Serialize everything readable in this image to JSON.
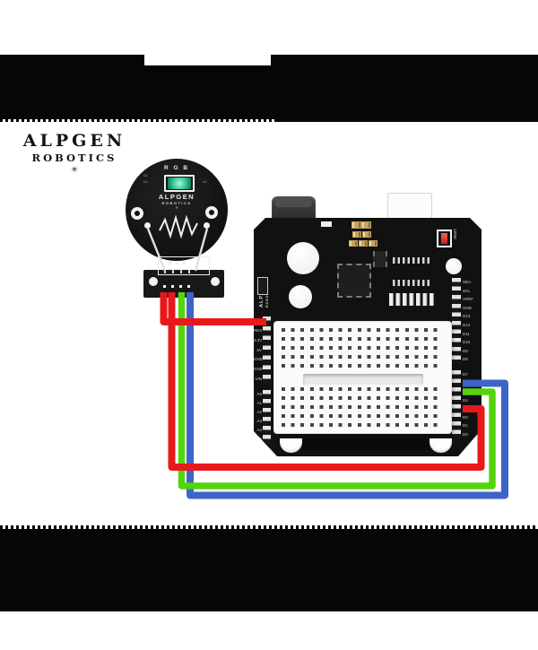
{
  "colors": {
    "band": "#060606",
    "board": "#111111",
    "breadboard": "#fafafa",
    "led": "#3ecf9b",
    "wire_red": "#e8191b",
    "wire_green": "#55d40e",
    "wire_blue": "#3f64c8"
  },
  "logo": {
    "line1": "ALPGEN",
    "line2": "ROBOTICS",
    "star": "✳"
  },
  "module": {
    "title": "R G B",
    "label_d2": "D2",
    "label_d4": "D4",
    "label_a3": "A3",
    "brand_line1": "ALPGEN",
    "brand_line2": "ROBOTICS",
    "brand_star": "✳"
  },
  "board": {
    "brand_line1": "ALPGEN",
    "brand_line2": "ROBOTICS",
    "reset_label": "RESET",
    "left_pins_power": [
      "5V",
      "RES",
      "3.3V",
      "5V",
      "GND",
      "GND",
      "VIN"
    ],
    "left_pins_analog": [
      "A0",
      "A1",
      "A2",
      "A3",
      "A4",
      "A5"
    ],
    "right_pins_top": [
      "SDA",
      "SCL",
      "AREF",
      "GND",
      "D13",
      "D12",
      "D11",
      "D10",
      "D9",
      "D8"
    ],
    "right_pins_bottom": [
      "D7",
      "D6",
      "D5",
      "D4",
      "D3",
      "D2",
      "D1",
      "D0"
    ]
  },
  "wires": [
    {
      "name": "blue",
      "color": "#3f64c8",
      "from": "module pin 4",
      "to": "D6"
    },
    {
      "name": "green",
      "color": "#55d40e",
      "from": "module pin 3",
      "to": "D5"
    },
    {
      "name": "red-signal",
      "color": "#e8191b",
      "from": "module pin 2",
      "to": "D3"
    },
    {
      "name": "red-power",
      "color": "#e8191b",
      "from": "module pin 1",
      "to": "5V"
    }
  ]
}
